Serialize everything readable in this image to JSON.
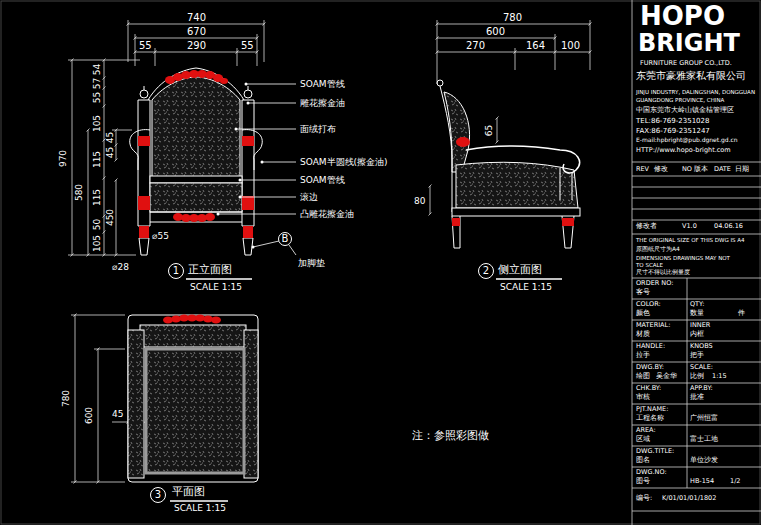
{
  "diagram": {
    "nodes": [
      {
        "text": [
          "B"
        ]
      },
      {
        "text": [
          "1"
        ]
      },
      {
        "text": [
          "2"
        ]
      },
      {
        "text": [
          "3"
        ]
      }
    ],
    "labels": [
      "740",
      "670",
      "55",
      "290",
      "55",
      "54",
      "57",
      "55",
      "105",
      "45",
      "45",
      "970",
      "580",
      "115",
      "115",
      "450",
      "50",
      "105",
      "⌀55",
      "⌀28",
      "SOAM管线",
      "雕花擦金油",
      "面绒打布",
      "SOAM半圆线(擦金油)",
      "SOAM管线",
      "滚边",
      "凸雕花擦金油",
      "加脚垫",
      "正立面图",
      "SCALE 1:15",
      "侧立面图",
      "SCALE 1:15",
      "平面图",
      "SCALE 1:15",
      "780",
      "600",
      "270",
      "164",
      "100",
      "65",
      "80",
      "780",
      "600",
      "45",
      "注：参照彩图做",
      "HOPO",
      "BRIGHT",
      "FURNITURE GROUP CO.,LTD.",
      "东莞市豪雅家私有限公司",
      "JINJU INDUSTRY, DALINGSHAN, DONGGUAN",
      "GUANGDONG PROVINCE, CHINA",
      "中国东莞市大岭山镇金桔管理区",
      "TEL:86-769-2351028",
      "FAX:86-769-2351247",
      "E-mail:hpbright@pub.dgnet.gd.cn",
      "HTTP://www.hopo-bright.com",
      "REV",
      "修改",
      "NO",
      "版本",
      "DATE",
      "日期",
      "修改者",
      "V1.0",
      "04.06.16",
      "THE ORIGINAL SIZE OF THIS DWG IS A4",
      "原图纸尺寸为A4",
      "DIMENSIONS DRAWINGS MAY NOT",
      "TO SCALE",
      "尺寸不得以比例量度",
      "ORDER NO:",
      "客号",
      "COLOR:",
      "颜色",
      "QTY:",
      "数量",
      "件",
      "MATERIAL:",
      "材质",
      "INNER",
      "内框",
      "HANDLE:",
      "拉手",
      "KNOBS",
      "把手",
      "DWG.BY:",
      "绘图",
      "吴金华",
      "SCALE:",
      "比例",
      "1:15",
      "CHK.BY:",
      "审核",
      "APP.BY:",
      "批准",
      "PJT.NAME:",
      "工程名称",
      "广州恒富",
      "AREA:",
      "区域",
      "富士工地",
      "DWG.TITLE:",
      "图名",
      "单位沙发",
      "DWG.NO:",
      "图号",
      "HB-154",
      "1/2",
      "编号:",
      "K/01/01/01/1802"
    ]
  }
}
